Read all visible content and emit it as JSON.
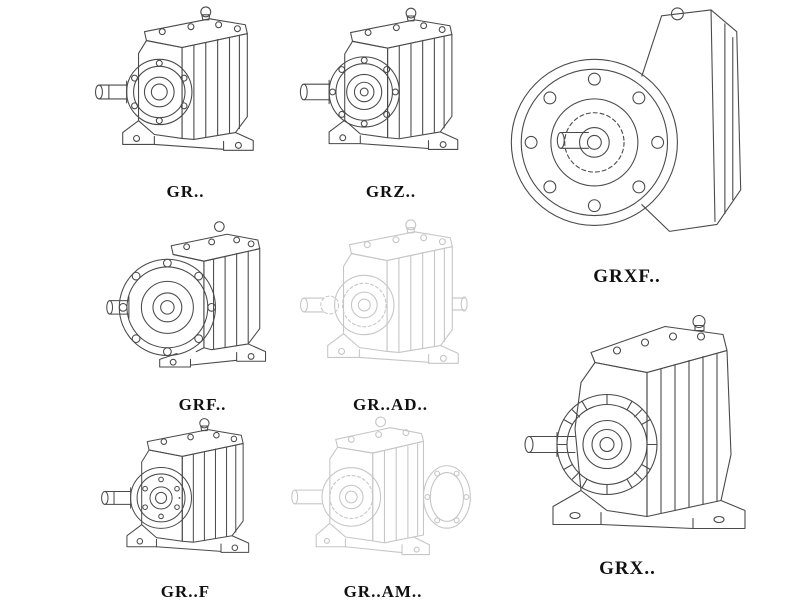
{
  "page": {
    "background": "#ffffff",
    "line_color": "#4a4a4a",
    "faded_line_color": "#c6c6c6",
    "label_color": "#111111"
  },
  "figures": [
    {
      "label": "GR.."
    },
    {
      "label": "GRZ.."
    },
    {
      "label": "GRXF.."
    },
    {
      "label": "GRF.."
    },
    {
      "label": "GR..AD.."
    },
    {
      "label": "GR..F"
    },
    {
      "label": "GR..AM.."
    },
    {
      "label": "GRX.."
    }
  ]
}
